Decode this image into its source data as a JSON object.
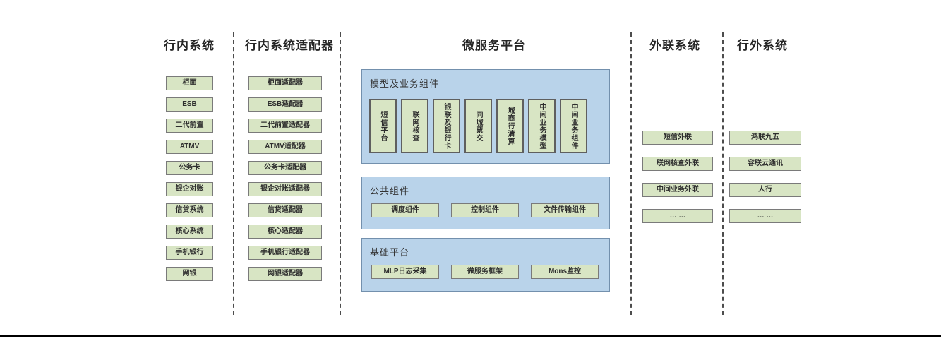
{
  "colors": {
    "box_fill_green": "#d8e5c4",
    "box_border_gray": "#7a7a7a",
    "panel_fill_blue": "#b9d3ea",
    "panel_border_blue": "#7390ad",
    "divider_dash": "#4d4d4d",
    "bottom_rule": "#000000"
  },
  "columns": [
    {
      "id": "internal-systems",
      "header": "行内系统",
      "items": [
        "柜面",
        "ESB",
        "二代前置",
        "ATMV",
        "公务卡",
        "银企对账",
        "信贷系统",
        "核心系统",
        "手机银行",
        "网银"
      ]
    },
    {
      "id": "internal-system-adapters",
      "header": "行内系统适配器",
      "items": [
        "柜面适配器",
        "ESB适配器",
        "二代前置适配器",
        "ATMV适配器",
        "公务卡适配器",
        "银企对账适配器",
        "信贷适配器",
        "核心适配器",
        "手机银行适配器",
        "网银适配器"
      ]
    },
    {
      "id": "outbound-link-systems",
      "header": "外联系统",
      "items": [
        "短信外联",
        "联网核查外联",
        "中间业务外联",
        "… …"
      ]
    },
    {
      "id": "external-systems",
      "header": "行外系统",
      "items": [
        "鸿联九五",
        "容联云通讯",
        "人行",
        "… …"
      ]
    }
  ],
  "platform": {
    "header": "微服务平台",
    "sections": [
      {
        "title": "模型及业务组件",
        "items": [
          "短信平台",
          "联网核查",
          "银联及银行卡",
          "同城票交",
          "城商行清算",
          "中间业务模型",
          "中间业务组件"
        ]
      },
      {
        "title": "公共组件",
        "items": [
          "调度组件",
          "控制组件",
          "文件传输组件"
        ]
      },
      {
        "title": "基础平台",
        "items": [
          "MLP日志采集",
          "微服务框架",
          "Mons监控"
        ]
      }
    ]
  }
}
